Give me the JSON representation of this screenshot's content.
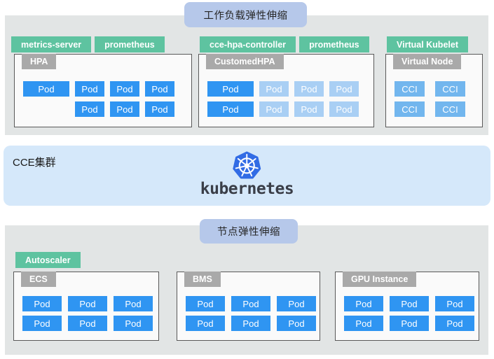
{
  "colors": {
    "pod_blue": "#2f95f2",
    "pod_light": "#a9cff4",
    "cci_blue": "#72b6ee",
    "tag_green": "#5ec3a0",
    "header_gray": "#a9a9a9",
    "panel_gray": "#e2e5e5",
    "band_blue": "#d5e8fa",
    "banner_blue": "#b6c8ea",
    "k8s_blue": "#326ce5",
    "box_border": "#595959"
  },
  "workload_banner": "工作负载弹性伸缩",
  "node_banner": "节点弹性伸缩",
  "cluster": {
    "label": "CCE集群",
    "wordmark": "kubernetes"
  },
  "workload_section": {
    "groups": [
      {
        "tags": [
          "metrics-server",
          "prometheus"
        ],
        "box": {
          "title": "HPA",
          "rows": [
            [
              {
                "t": "Pod",
                "c": "wide"
              },
              {
                "t": "Pod",
                "c": ""
              },
              {
                "t": "Pod",
                "c": ""
              },
              {
                "t": "Pod",
                "c": ""
              }
            ],
            [
              {
                "t": "Pod",
                "c": ""
              },
              {
                "t": "Pod",
                "c": ""
              },
              {
                "t": "Pod",
                "c": ""
              }
            ]
          ]
        }
      },
      {
        "tags": [
          "cce-hpa-controller",
          "prometheus"
        ],
        "box": {
          "title": "CustomedHPA",
          "rows": [
            [
              {
                "t": "Pod",
                "c": "wide"
              },
              {
                "t": "Pod",
                "c": "light"
              },
              {
                "t": "Pod",
                "c": "light"
              },
              {
                "t": "Pod",
                "c": "light"
              }
            ],
            [
              {
                "t": "Pod",
                "c": "wide"
              },
              {
                "t": "Pod",
                "c": "light"
              },
              {
                "t": "Pod",
                "c": "light"
              },
              {
                "t": "Pod",
                "c": "light"
              }
            ]
          ]
        }
      },
      {
        "tags": [
          "Virtual Kubelet"
        ],
        "box": {
          "title": "Virtual Node",
          "rows": [
            [
              {
                "t": "CCI",
                "c": "cci"
              },
              {
                "t": "CCI",
                "c": "cci"
              }
            ],
            [
              {
                "t": "CCI",
                "c": "cci"
              },
              {
                "t": "CCI",
                "c": "cci"
              }
            ]
          ]
        }
      }
    ]
  },
  "node_section": {
    "tags": [
      "Autoscaler"
    ],
    "boxes": [
      {
        "title": "ECS",
        "rows": [
          [
            {
              "t": "Pod",
              "c": "node"
            },
            {
              "t": "Pod",
              "c": "node"
            },
            {
              "t": "Pod",
              "c": "node"
            }
          ],
          [
            {
              "t": "Pod",
              "c": "node"
            },
            {
              "t": "Pod",
              "c": "node"
            },
            {
              "t": "Pod",
              "c": "node"
            }
          ]
        ]
      },
      {
        "title": "BMS",
        "rows": [
          [
            {
              "t": "Pod",
              "c": "node"
            },
            {
              "t": "Pod",
              "c": "node"
            },
            {
              "t": "Pod",
              "c": "node"
            }
          ],
          [
            {
              "t": "Pod",
              "c": "node"
            },
            {
              "t": "Pod",
              "c": "node"
            },
            {
              "t": "Pod",
              "c": "node"
            }
          ]
        ]
      },
      {
        "title": "GPU Instance",
        "rows": [
          [
            {
              "t": "Pod",
              "c": "node"
            },
            {
              "t": "Pod",
              "c": "node"
            },
            {
              "t": "Pod",
              "c": "node"
            }
          ],
          [
            {
              "t": "Pod",
              "c": "node"
            },
            {
              "t": "Pod",
              "c": "node"
            },
            {
              "t": "Pod",
              "c": "node"
            }
          ]
        ]
      }
    ]
  }
}
